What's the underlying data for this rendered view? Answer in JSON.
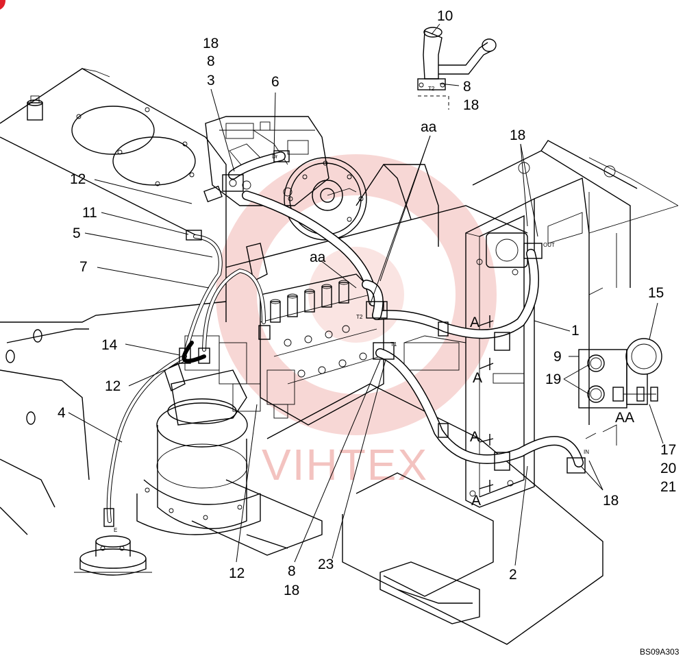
{
  "diagram_code": "BS09A303",
  "watermark": "VIHTEX",
  "callouts": [
    {
      "id": "c18a",
      "text": "18"
    },
    {
      "id": "c8a",
      "text": "8"
    },
    {
      "id": "c3",
      "text": "3"
    },
    {
      "id": "c6",
      "text": "6"
    },
    {
      "id": "c10",
      "text": "10"
    },
    {
      "id": "c8b",
      "text": "8"
    },
    {
      "id": "c18b",
      "text": "18"
    },
    {
      "id": "caa1",
      "text": "aa"
    },
    {
      "id": "caa2",
      "text": "aa"
    },
    {
      "id": "c18c",
      "text": "18"
    },
    {
      "id": "c12a",
      "text": "12"
    },
    {
      "id": "c11",
      "text": "11"
    },
    {
      "id": "c5",
      "text": "5"
    },
    {
      "id": "c7",
      "text": "7"
    },
    {
      "id": "c14",
      "text": "14"
    },
    {
      "id": "c12b",
      "text": "12"
    },
    {
      "id": "c4",
      "text": "4"
    },
    {
      "id": "c1",
      "text": "1"
    },
    {
      "id": "c15",
      "text": "15"
    },
    {
      "id": "c9",
      "text": "9"
    },
    {
      "id": "c19",
      "text": "19"
    },
    {
      "id": "cAA",
      "text": "AA"
    },
    {
      "id": "c17",
      "text": "17"
    },
    {
      "id": "c20",
      "text": "20"
    },
    {
      "id": "c21",
      "text": "21"
    },
    {
      "id": "c18d",
      "text": "18"
    },
    {
      "id": "cA1",
      "text": "A"
    },
    {
      "id": "cA2",
      "text": "A"
    },
    {
      "id": "cA3",
      "text": "A"
    },
    {
      "id": "cA4",
      "text": "A"
    },
    {
      "id": "c12c",
      "text": "12"
    },
    {
      "id": "c8c",
      "text": "8"
    },
    {
      "id": "c18e",
      "text": "18"
    },
    {
      "id": "c23",
      "text": "23"
    },
    {
      "id": "c2",
      "text": "2"
    }
  ],
  "port_labels": {
    "dr": "Dr",
    "t2_upper": "T2",
    "t2_valve": "T2",
    "t1": "T1",
    "out": "OUT",
    "in": "IN",
    "e": "E"
  }
}
